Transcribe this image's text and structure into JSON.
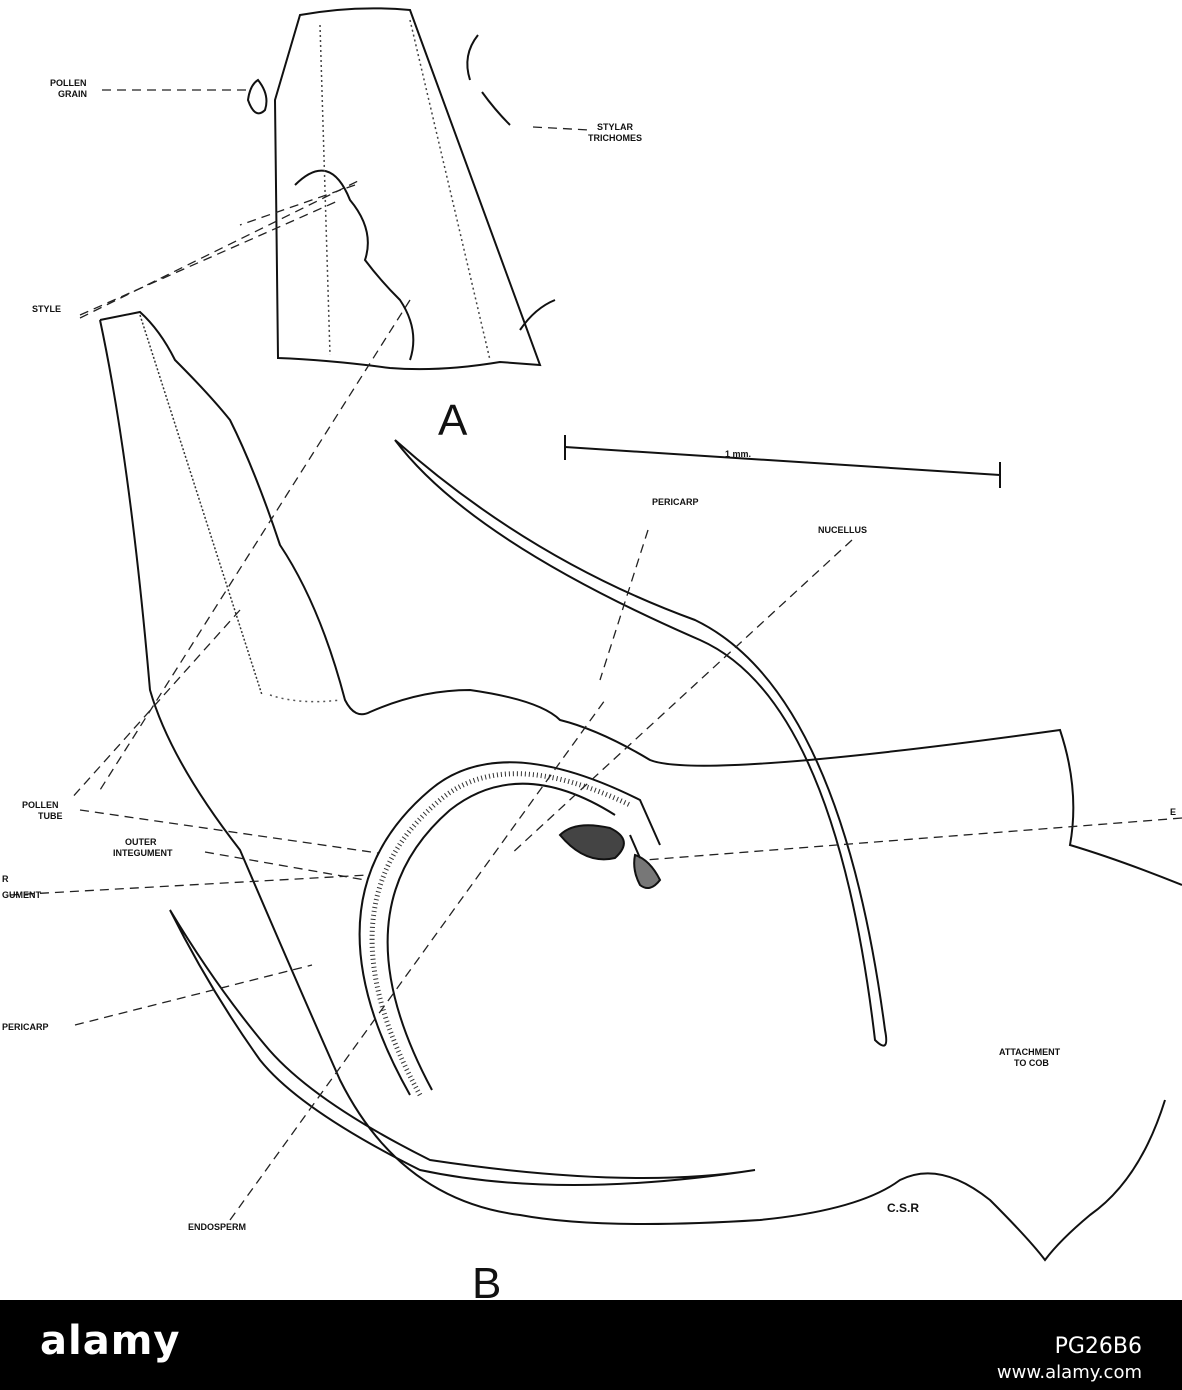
{
  "figure": {
    "panel_a_label": "A",
    "panel_b_label": "B",
    "scale_bar_label": "1 mm.",
    "labels": {
      "pollen_grain_1": "POLLEN",
      "pollen_grain_2": "GRAIN",
      "stylar_trichomes_1": "STYLAR",
      "stylar_trichomes_2": "TRICHOMES",
      "style": "STYLE",
      "pericarp_top": "PERICARP",
      "nucellus": "NUCELLUS",
      "pollen_tube_1": "POLLEN",
      "pollen_tube_2": "TUBE",
      "outer_integument_1": "OUTER",
      "outer_integument_2": "INTEGUMENT",
      "inner_integument_1": "R",
      "inner_integument_2": "GUMENT",
      "edge_label": "E",
      "pericarp_left": "PERICARP",
      "attachment_1": "ATTACHMENT",
      "attachment_2": "TO COB",
      "endosperm": "ENDOSPERM",
      "csr": "C.S.R"
    }
  },
  "footer": {
    "brand": "alamy",
    "image_id": "PG26B6",
    "url": "www.alamy.com"
  }
}
